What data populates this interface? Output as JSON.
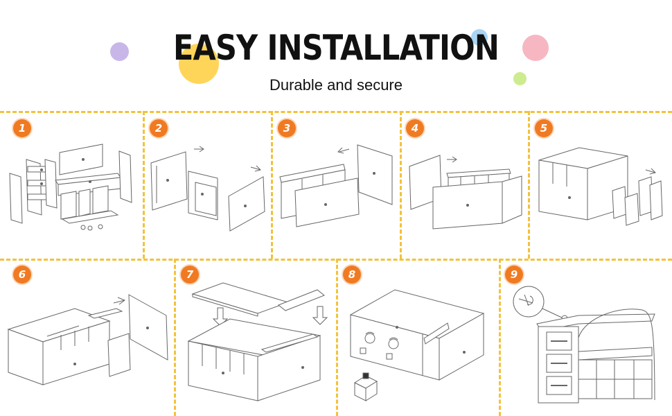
{
  "header": {
    "title": "EASY INSTALLATION",
    "subtitle": "Durable and secure"
  },
  "colors": {
    "badge": "#f07a22",
    "divider": "#f2c23c",
    "dot_purple": "#c9b6e8",
    "dot_yellow": "#ffd559",
    "dot_blue": "#a9d6f5",
    "dot_pink": "#f6b7c2",
    "dot_green": "#cdeb8f"
  },
  "steps": [
    {
      "number": "1"
    },
    {
      "number": "2"
    },
    {
      "number": "3"
    },
    {
      "number": "4"
    },
    {
      "number": "5"
    },
    {
      "number": "6"
    },
    {
      "number": "7"
    },
    {
      "number": "8"
    },
    {
      "number": "9"
    }
  ]
}
